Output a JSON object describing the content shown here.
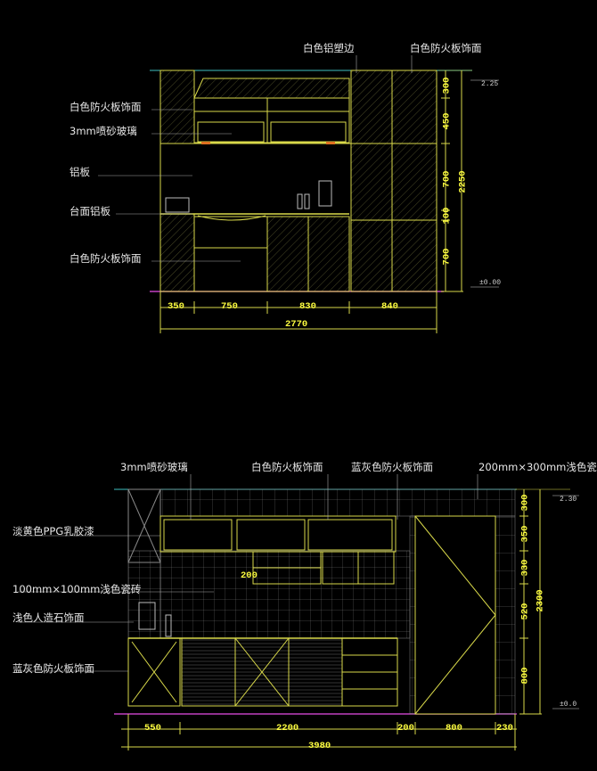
{
  "top": {
    "labels_left": [
      "白色防火板饰面",
      "3mm喷砂玻璃",
      "铝板",
      "台面铝板",
      "白色防火板饰面"
    ],
    "labels_top": [
      "白色铝塑边",
      "白色防火板饰面"
    ],
    "dims_bottom": [
      "350",
      "750",
      "830",
      "840"
    ],
    "total": "2770",
    "dims_right": [
      "300",
      "450",
      "700",
      "100",
      "700"
    ],
    "height_total": "2250",
    "level_top": "2.25",
    "level_bottom": "±0.00"
  },
  "bottom": {
    "labels_top": [
      "3mm喷砂玻璃",
      "白色防火板饰面",
      "蓝灰色防火板饰面",
      "200mm×300mm浅色瓷"
    ],
    "labels_left": [
      "淡黄色PPG乳胶漆",
      "100mm×100mm浅色瓷砖",
      "浅色人造石饰面",
      "蓝灰色防火板饰面"
    ],
    "dims_bottom": [
      "550",
      "2200",
      "200",
      "800",
      "230"
    ],
    "total": "3980",
    "dims_right": [
      "300",
      "350",
      "330",
      "520",
      "800"
    ],
    "height_total": "2300",
    "level_top": "2.30",
    "level_bottom": "±0.0",
    "appliance_label": "200"
  },
  "colors": {
    "background": "#000000",
    "outline": "#d9d94a",
    "dimension": "#ffff40",
    "ceiling_line": "#3fbfbf",
    "floor_line": "#c040c0",
    "label_text": "#e8e8e8"
  }
}
